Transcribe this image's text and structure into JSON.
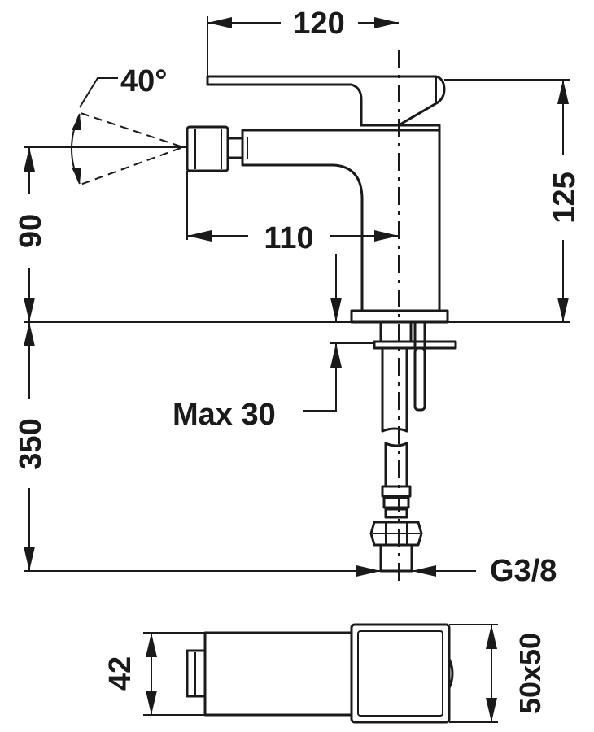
{
  "dimensions": {
    "width_top": "120",
    "angle": "40°",
    "height_body": "125",
    "spout_height": "90",
    "spout_reach": "110",
    "max_deck": "Max 30",
    "hose_length": "350",
    "thread": "G3/8",
    "plan_depth": "42",
    "base_size": "50x50"
  }
}
